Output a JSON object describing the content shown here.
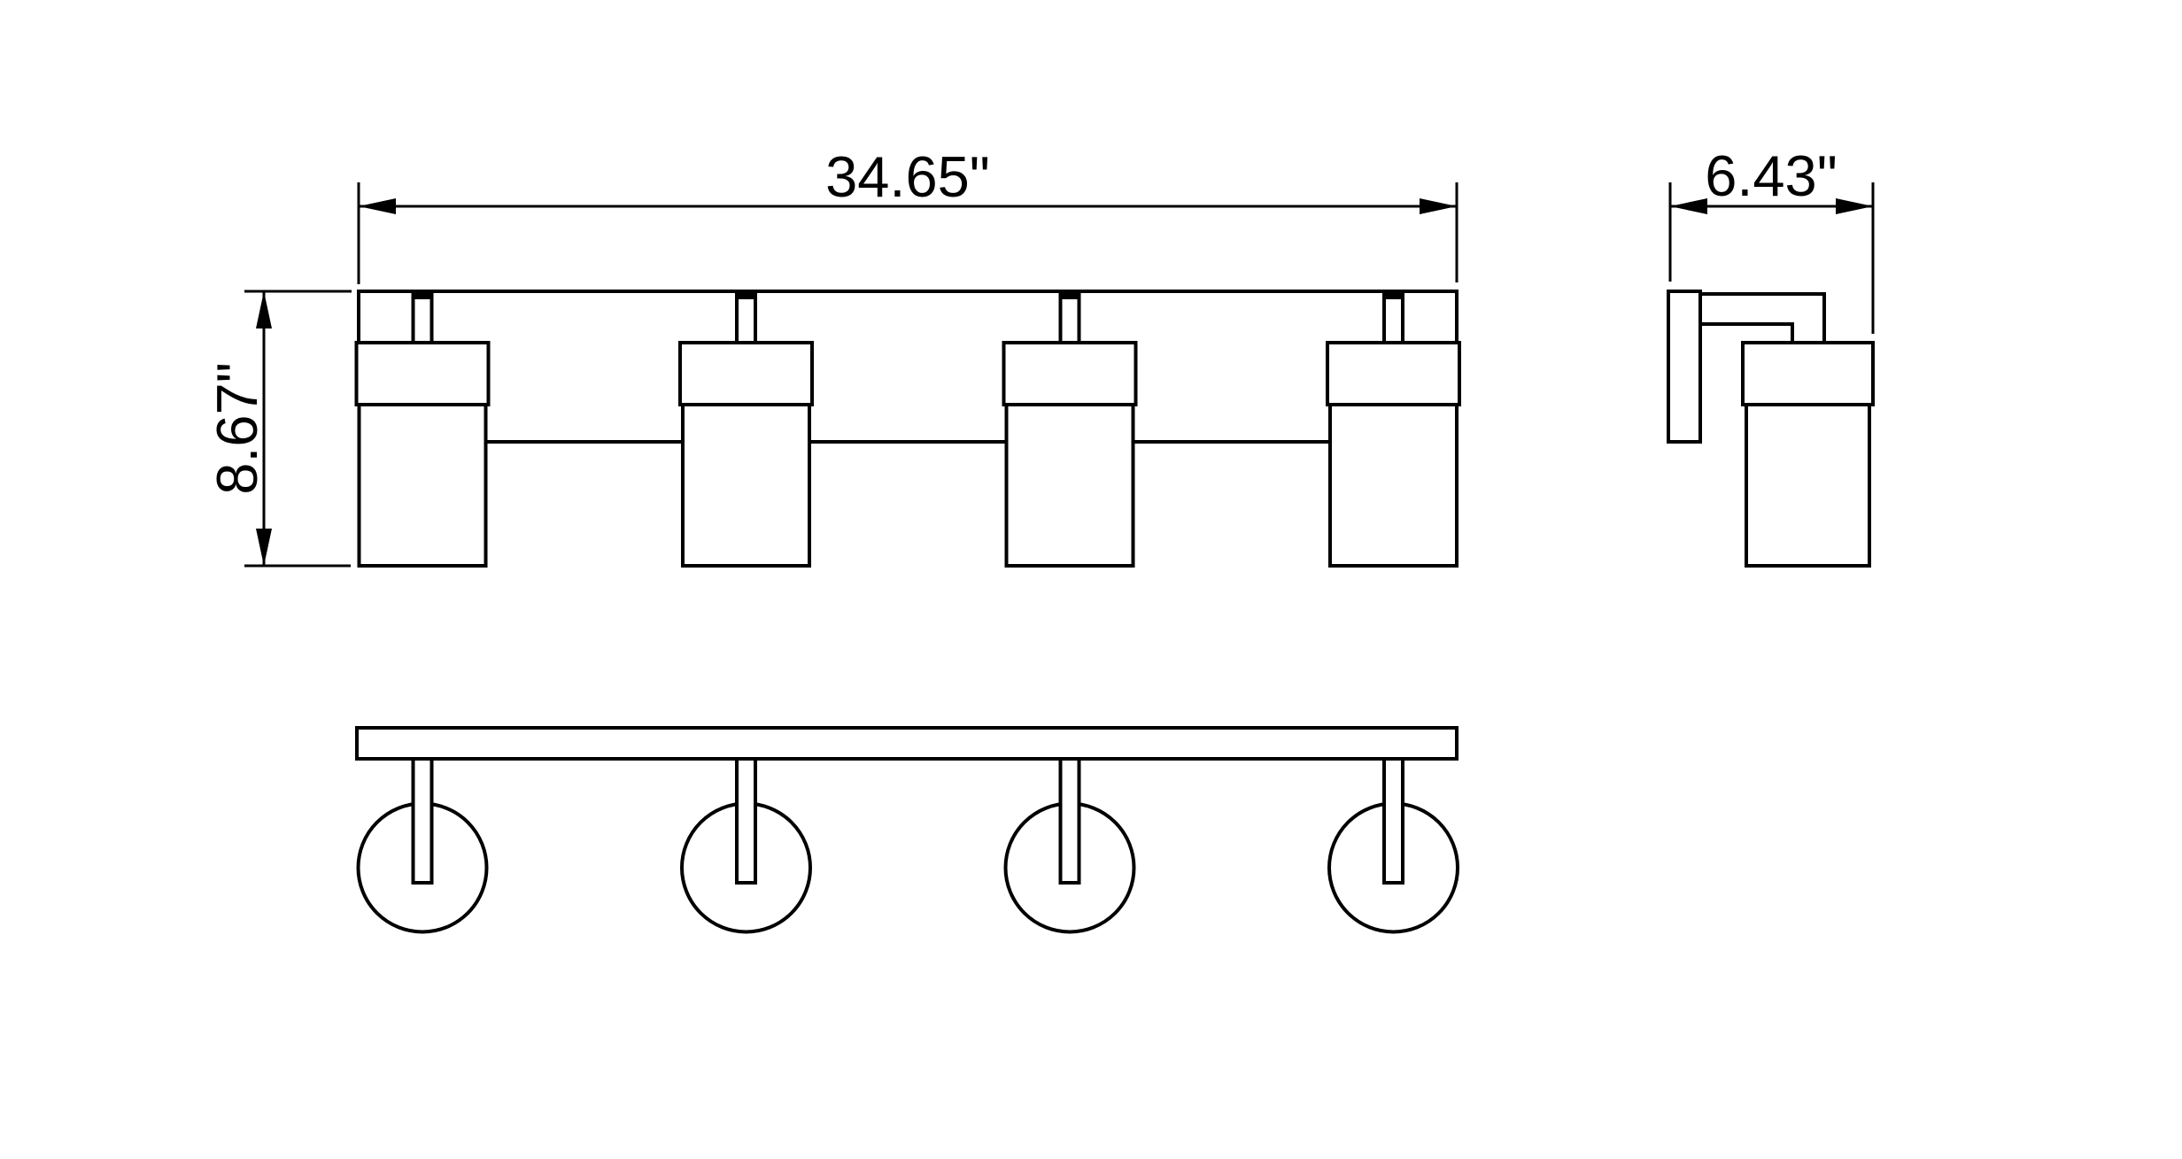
{
  "drawing": {
    "background_color": "#ffffff",
    "line_color": "#000000",
    "dimensions": {
      "width": {
        "label": "34.65\"",
        "value": 34.65,
        "unit": "inches"
      },
      "height": {
        "label": "8.67\"",
        "value": 8.67,
        "unit": "inches"
      },
      "depth": {
        "label": "6.43\"",
        "value": 6.43,
        "unit": "inches"
      }
    },
    "views": {
      "front": {
        "light_count": 4
      },
      "bottom": {
        "light_count": 4
      },
      "side": {
        "light_count": 1
      }
    }
  }
}
